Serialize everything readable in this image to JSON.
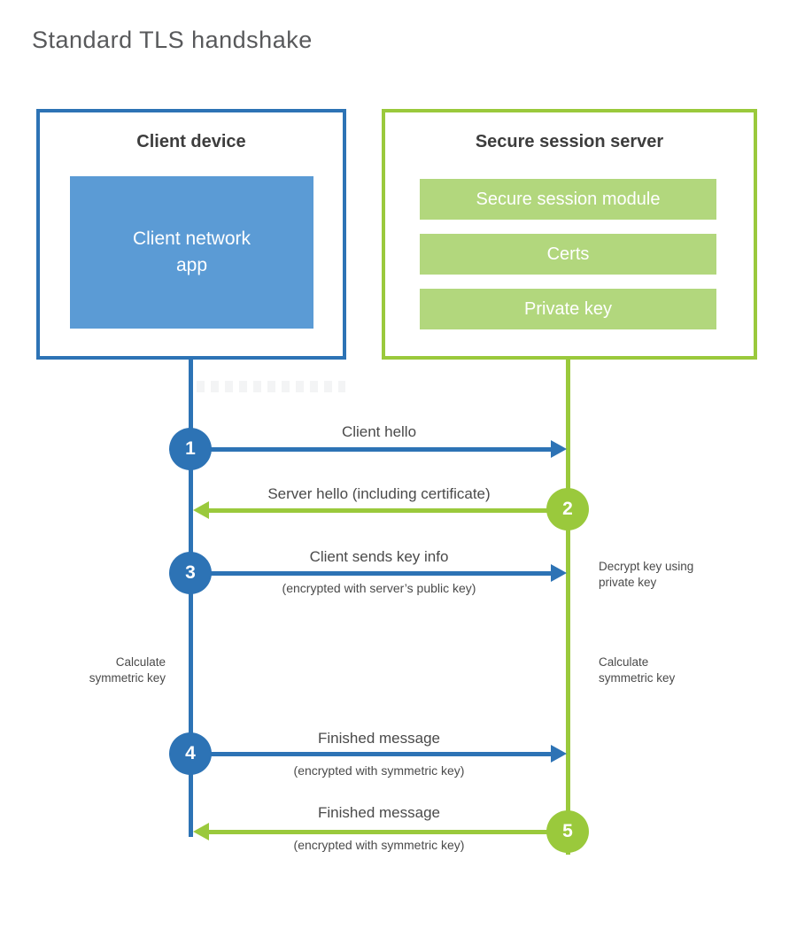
{
  "title": "Standard TLS handshake",
  "colors": {
    "blue": "#2d73b5",
    "blue_fill": "#5b9bd5",
    "green": "#9ac93c",
    "green_fill": "#b2d77d",
    "heading_text": "#3d3d3d",
    "body_text": "#4a4a4a",
    "title_text": "#58595b"
  },
  "client": {
    "title": "Client device",
    "app_line1": "Client network",
    "app_line2": "app"
  },
  "server": {
    "title": "Secure session server",
    "modules": [
      "Secure session module",
      "Certs",
      "Private key"
    ]
  },
  "messages": [
    {
      "num": "1",
      "label": "Client hello",
      "sub": "",
      "direction": "right",
      "color": "blue"
    },
    {
      "num": "2",
      "label": "Server hello (including certificate)",
      "sub": "",
      "direction": "left",
      "color": "green"
    },
    {
      "num": "3",
      "label": "Client sends key info",
      "sub": "(encrypted with server’s public key)",
      "direction": "right",
      "color": "blue"
    },
    {
      "num": "4",
      "label": "Finished message",
      "sub": "(encrypted with symmetric key)",
      "direction": "right",
      "color": "blue"
    },
    {
      "num": "5",
      "label": "Finished message",
      "sub": "(encrypted with symmetric key)",
      "direction": "left",
      "color": "green"
    }
  ],
  "notes": {
    "decrypt": {
      "line1": "Decrypt key using",
      "line2": "private key"
    },
    "calc_left": {
      "line1": "Calculate",
      "line2": "symmetric key"
    },
    "calc_right": {
      "line1": "Calculate",
      "line2": "symmetric key"
    }
  }
}
